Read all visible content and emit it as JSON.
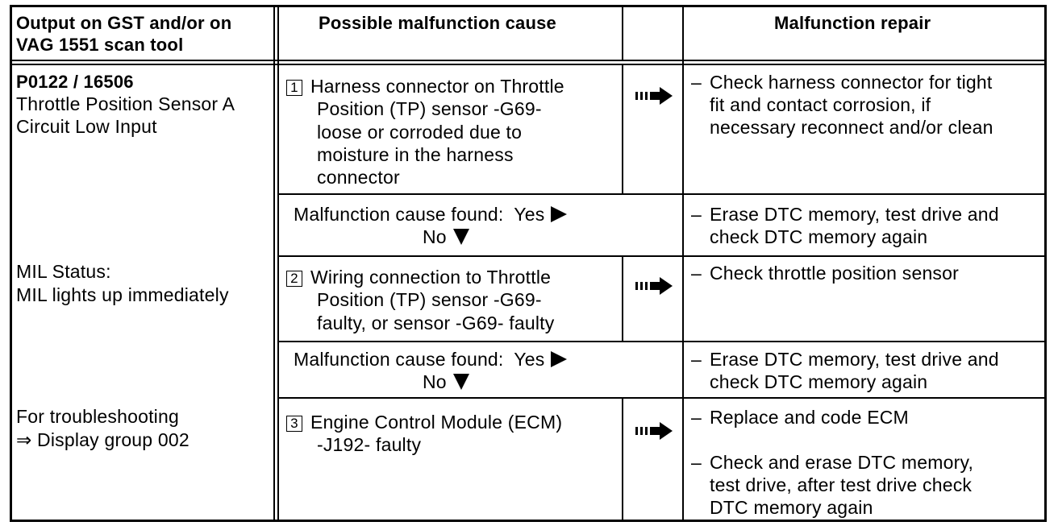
{
  "header": {
    "col1": [
      "Output on GST and/or on",
      "VAG 1551 scan tool"
    ],
    "col2": "Possible malfunction cause",
    "col3": "Malfunction repair"
  },
  "left": {
    "code": "P0122 / 16506",
    "desc": [
      "Throttle Position Sensor A",
      "Circuit Low Input"
    ],
    "mil": [
      "MIL Status:",
      "MIL lights up immediately"
    ],
    "trouble": [
      "For troubleshooting",
      "⇒ Display group 002"
    ]
  },
  "steps": [
    {
      "num": "1",
      "cause": [
        "Harness connector on Throttle",
        "Position (TP) sensor -G69-",
        "loose or corroded due to",
        "moisture in the harness",
        "connector"
      ],
      "repair": [
        "Check harness connector for tight",
        "fit and contact corrosion, if",
        "necessary reconnect and/or clean"
      ]
    },
    {
      "num": "2",
      "cause": [
        "Wiring connection to Throttle",
        "Position (TP) sensor -G69-",
        "faulty, or sensor -G69- faulty"
      ],
      "repair": [
        "Check throttle position sensor"
      ]
    },
    {
      "num": "3",
      "cause": [
        "Engine Control Module (ECM)",
        "-J192- faulty"
      ],
      "repair_a": [
        "Replace and code ECM"
      ],
      "repair_b": [
        "Check and erase DTC memory,",
        "test drive, after test drive check",
        "DTC memory again"
      ]
    }
  ],
  "found": {
    "label": "Malfunction cause found:",
    "yes": "Yes",
    "no": "No",
    "repair": [
      "Erase DTC memory, test drive and",
      "check DTC memory again"
    ]
  },
  "dash": "–"
}
